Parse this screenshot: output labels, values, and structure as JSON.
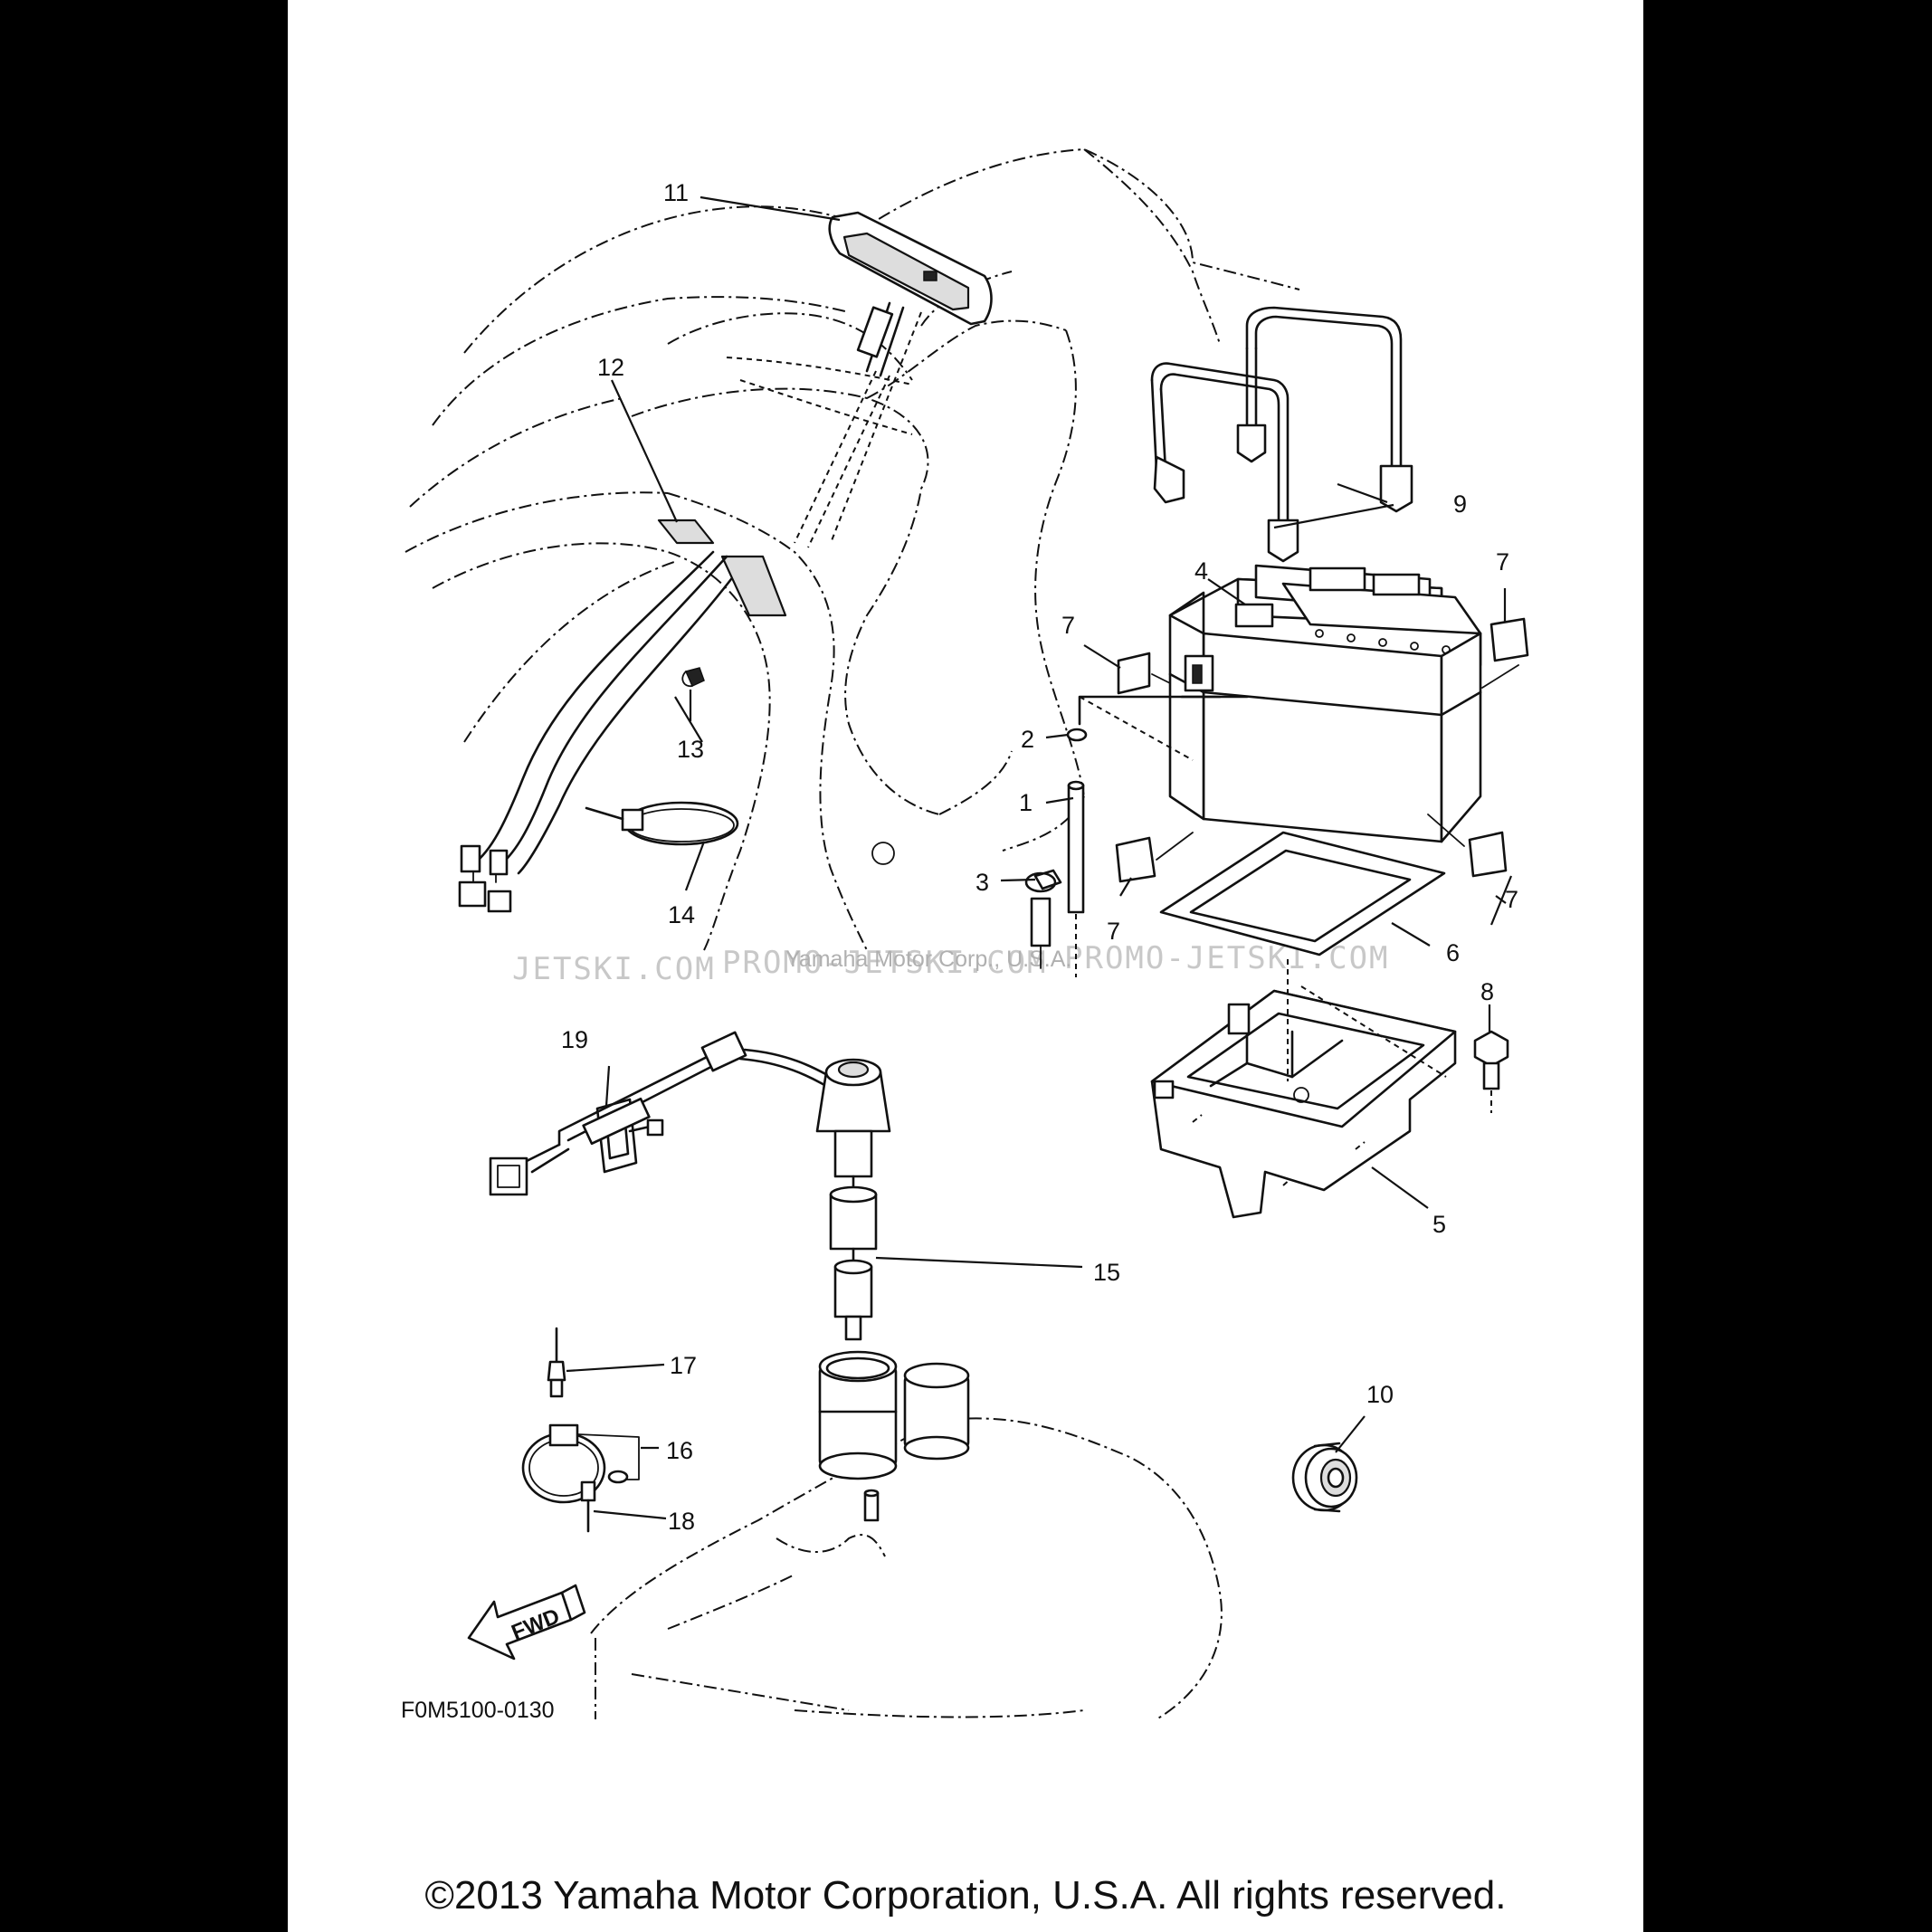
{
  "diagram": {
    "callouts": [
      {
        "id": "c11",
        "text": "11"
      },
      {
        "id": "c12",
        "text": "12"
      },
      {
        "id": "c9",
        "text": "9"
      },
      {
        "id": "c4",
        "text": "4"
      },
      {
        "id": "c7a",
        "text": "7"
      },
      {
        "id": "c7b",
        "text": "7"
      },
      {
        "id": "c7c",
        "text": "7"
      },
      {
        "id": "c7d",
        "text": "7"
      },
      {
        "id": "c2",
        "text": "2"
      },
      {
        "id": "c1",
        "text": "1"
      },
      {
        "id": "c3",
        "text": "3"
      },
      {
        "id": "c13",
        "text": "13"
      },
      {
        "id": "c14",
        "text": "14"
      },
      {
        "id": "c6",
        "text": "6"
      },
      {
        "id": "c8",
        "text": "8"
      },
      {
        "id": "c19",
        "text": "19"
      },
      {
        "id": "c5",
        "text": "5"
      },
      {
        "id": "c15",
        "text": "15"
      },
      {
        "id": "c17",
        "text": "17"
      },
      {
        "id": "c16",
        "text": "16"
      },
      {
        "id": "c18",
        "text": "18"
      },
      {
        "id": "c10",
        "text": "10"
      }
    ],
    "direction_arrow": "FWD",
    "drawing_code": "F0M5100-0130"
  },
  "watermarks": {
    "left": "JETSKI.COM",
    "center": "PROMO-JETSKI.COM",
    "right": "PROMO-JETSKI.COM",
    "overlay": "Yamaha Motor Corp., U.S.A."
  },
  "footer": {
    "copyright": "©2013 Yamaha Motor Corporation, U.S.A. All rights reserved."
  }
}
